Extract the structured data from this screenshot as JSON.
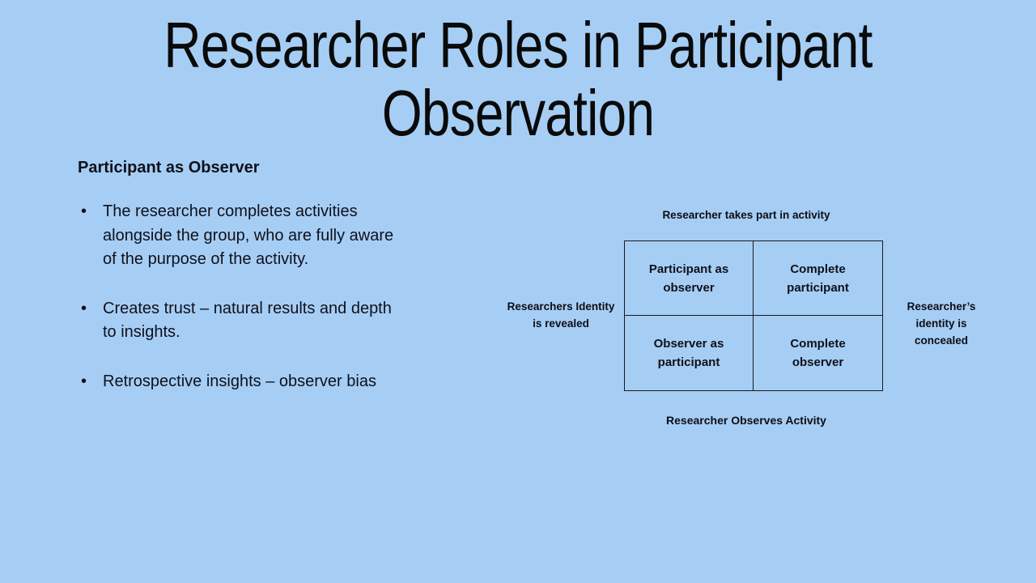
{
  "slide": {
    "background_color": "#a6cef5",
    "text_color": "#10101a",
    "title": "Researcher Roles in Participant Observation",
    "title_lines": [
      "Researcher Roles in Participant",
      "Observation"
    ],
    "section": {
      "heading": "Participant as Observer",
      "bullet_char": "•",
      "bullets": [
        {
          "text": "The researcher completes activities alongside the group, who are fully aware of the purpose of the activity.",
          "lines": [
            "The researcher completes activities",
            "alongside the group, who are fully aware",
            "of the purpose of the activity."
          ]
        },
        {
          "text": "Creates trust – natural results and depth to insights.",
          "lines": [
            "Creates trust – natural results and depth",
            "to insights."
          ]
        },
        {
          "text": "Retrospective insights – observer bias",
          "lines": [
            "Retrospective insights – observer bias"
          ]
        }
      ]
    },
    "diagram": {
      "top_label": "Researcher takes part in activity",
      "bottom_label": "Researcher Observes Activity",
      "left_label": "Researchers Identity is revealed",
      "left_label_lines": [
        "Researchers Identity",
        "is revealed"
      ],
      "right_label": "Researcher’s identity is concealed",
      "right_label_lines": [
        "Researcher’s",
        "identity is",
        "concealed"
      ],
      "cells": {
        "top_left": "Participant as observer",
        "top_left_lines": [
          "Participant as",
          "observer"
        ],
        "top_right": "Complete participant",
        "top_right_lines": [
          "Complete",
          "participant"
        ],
        "bottom_left": "Observer as participant",
        "bottom_left_lines": [
          "Observer as",
          "participant"
        ],
        "bottom_right": "Complete observer",
        "bottom_right_lines": [
          "Complete",
          "observer"
        ]
      }
    }
  }
}
